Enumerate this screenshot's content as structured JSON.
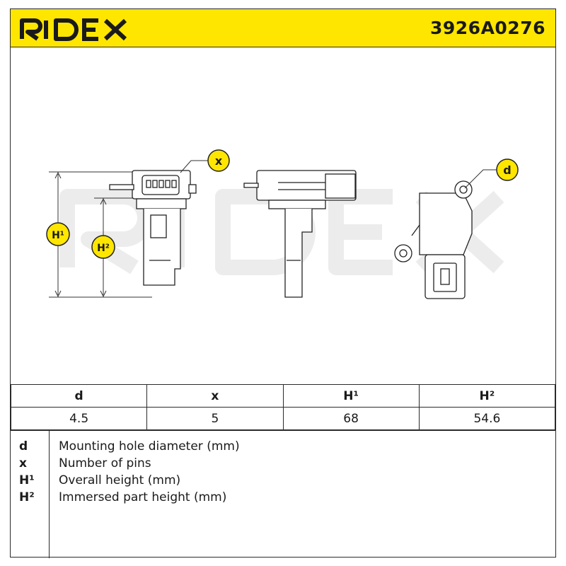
{
  "header": {
    "brand": "RIDEX",
    "part_number": "3926A0276",
    "colors": {
      "brand_yellow": "#ffe600",
      "ink": "#1a1a1a"
    }
  },
  "drawing": {
    "watermark": "RIDEX",
    "callouts": {
      "x": "x",
      "d": "d",
      "h1": "H¹",
      "h2": "H²"
    }
  },
  "dimensions": {
    "headers": [
      "d",
      "x",
      "H¹",
      "H²"
    ],
    "values": [
      "4.5",
      "5",
      "68",
      "54.6"
    ]
  },
  "legend": [
    {
      "symbol": "d",
      "description": "Mounting hole diameter (mm)"
    },
    {
      "symbol": "x",
      "description": "Number of pins"
    },
    {
      "symbol": "H¹",
      "description": "Overall height (mm)"
    },
    {
      "symbol": "H²",
      "description": "Immersed part height (mm)"
    }
  ]
}
